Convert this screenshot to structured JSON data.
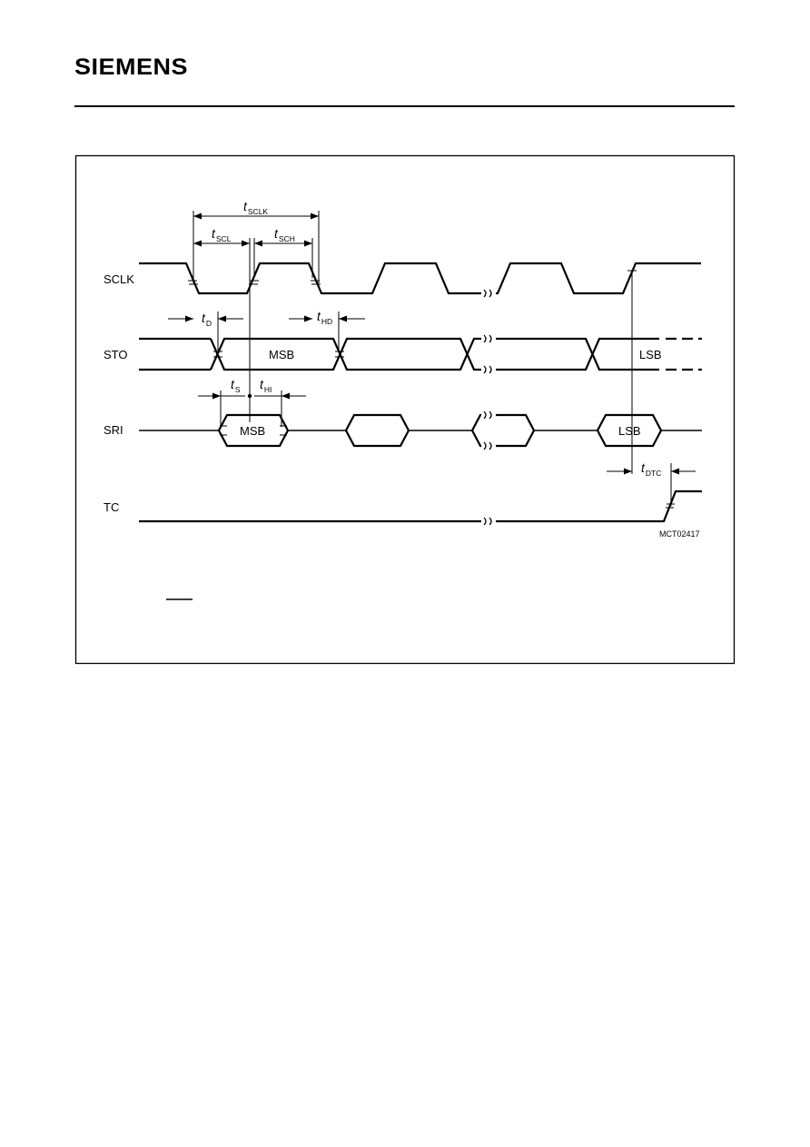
{
  "header": {
    "logo": "SIEMENS"
  },
  "diagram": {
    "figure_id": "MCT02417",
    "signals": {
      "sclk": "SCLK",
      "sto": "STO",
      "sri": "SRI",
      "tc": "TC"
    },
    "cells": {
      "msb": "MSB",
      "lsb": "LSB"
    },
    "timing": {
      "t": "t",
      "sclk": "SCLK",
      "scl": "SCL",
      "sch": "SCH",
      "d": "D",
      "hd": "HD",
      "s": "S",
      "hi": "HI",
      "dtc": "DTC"
    }
  }
}
